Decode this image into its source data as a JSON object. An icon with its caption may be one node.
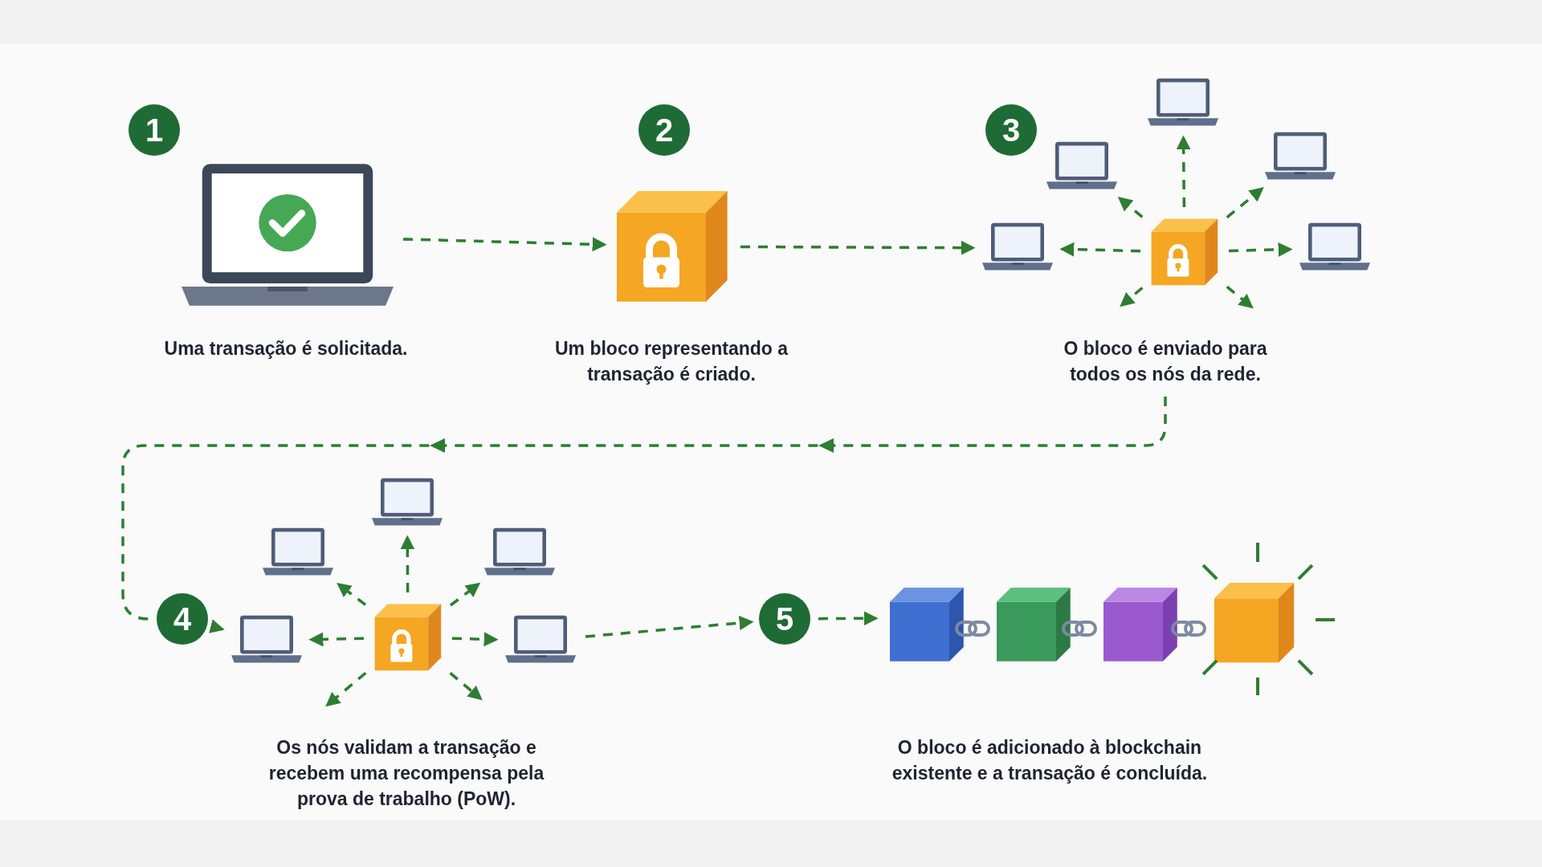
{
  "diagram": {
    "nodes": [
      {
        "text": [
          "1"
        ]
      },
      {
        "text": [],
        "shape": "picture",
        "beside": [
          "Uma transação é solicitada."
        ]
      },
      {
        "text": [
          "2"
        ]
      },
      {
        "text": [],
        "shape": "picture",
        "beside": [
          "Um bloco representando a transação é criado."
        ]
      },
      {
        "text": [
          "3"
        ]
      },
      {
        "text": [],
        "shape": "picture"
      },
      {
        "text": [],
        "shape": "picture"
      },
      {
        "text": [],
        "shape": "picture"
      },
      {
        "text": [],
        "shape": "picture"
      },
      {
        "text": [],
        "shape": "picture",
        "beside": [
          "O bloco é enviado para todos os nós da rede."
        ]
      },
      {
        "text": [],
        "shape": "picture"
      },
      {
        "text": [],
        "shape": "picture"
      },
      {
        "text": [],
        "shape": "picture"
      },
      {
        "text": [],
        "shape": "picture"
      },
      {
        "text": [
          "4"
        ]
      },
      {
        "text": [],
        "shape": "picture"
      },
      {
        "text": [],
        "shape": "picture",
        "beside": [
          "Os nós validam a transação e recebem uma recompensa pela prova de trabalho (PoW)."
        ]
      },
      {
        "text": [],
        "shape": "picture"
      },
      {
        "text": [
          "5"
        ]
      },
      {
        "text": [],
        "shape": "picture",
        "beside": [
          "O bloco é adicionado à blockchain existente e a transação é concluída."
        ]
      }
    ],
    "edges": [
      {
        "from": 1,
        "to": 3,
        "arrow": "to",
        "style": "dashed"
      },
      {
        "from": 3,
        "to": 8,
        "arrow": "to",
        "style": "dashed"
      },
      {
        "from": 9,
        "to": 5,
        "arrow": "to",
        "style": "dashed"
      },
      {
        "from": 9,
        "to": 6,
        "arrow": "to",
        "style": "dashed"
      },
      {
        "from": 9,
        "to": 7,
        "arrow": "to",
        "style": "dashed"
      },
      {
        "from": 9,
        "to": 8,
        "arrow": "to",
        "style": "dashed"
      },
      {
        "from": 9,
        "to": 10,
        "arrow": "to",
        "style": "dashed"
      },
      {
        "from": 9,
        "to": null,
        "arrow": "to",
        "style": "dashed"
      },
      {
        "from": 9,
        "to": null,
        "arrow": "to",
        "style": "dashed"
      },
      {
        "from": 9,
        "to": 14,
        "arrow": "to",
        "style": "dashed"
      },
      {
        "from": 14,
        "to": 15,
        "arrow": "to",
        "style": "dashed"
      },
      {
        "from": 16,
        "to": 11,
        "arrow": "to",
        "style": "dashed"
      },
      {
        "from": 16,
        "to": 12,
        "arrow": "to",
        "style": "dashed"
      },
      {
        "from": 16,
        "to": 13,
        "arrow": "to",
        "style": "dashed"
      },
      {
        "from": 16,
        "to": 15,
        "arrow": "to",
        "style": "dashed"
      },
      {
        "from": 16,
        "to": 17,
        "arrow": "to",
        "style": "dashed"
      },
      {
        "from": 16,
        "to": null,
        "arrow": "to",
        "style": "dashed"
      },
      {
        "from": 16,
        "to": null,
        "arrow": "to",
        "style": "dashed"
      },
      {
        "from": 17,
        "to": 18,
        "arrow": "to",
        "style": "dashed"
      },
      {
        "from": 18,
        "to": 19,
        "arrow": "to",
        "style": "dashed"
      }
    ]
  }
}
